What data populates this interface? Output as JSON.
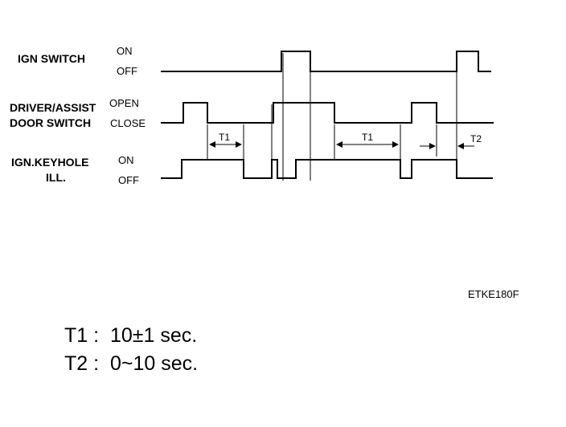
{
  "signals": [
    {
      "name": "IGN SWITCH",
      "name_line2": "",
      "high": "ON",
      "low": "OFF"
    },
    {
      "name": "DRIVER/ASSIST",
      "name_line2": "DOOR SWITCH",
      "high": "OPEN",
      "low": "CLOSE"
    },
    {
      "name": "IGN.KEYHOLE",
      "name_line2": "ILL.",
      "high": "ON",
      "low": "OFF"
    }
  ],
  "intervals": [
    "T1",
    "T1",
    "T2"
  ],
  "figure_code": "ETKE180F",
  "notes": [
    {
      "label": "T1 :  10±1 sec."
    },
    {
      "label": "T2 :  0~10 sec."
    }
  ]
}
